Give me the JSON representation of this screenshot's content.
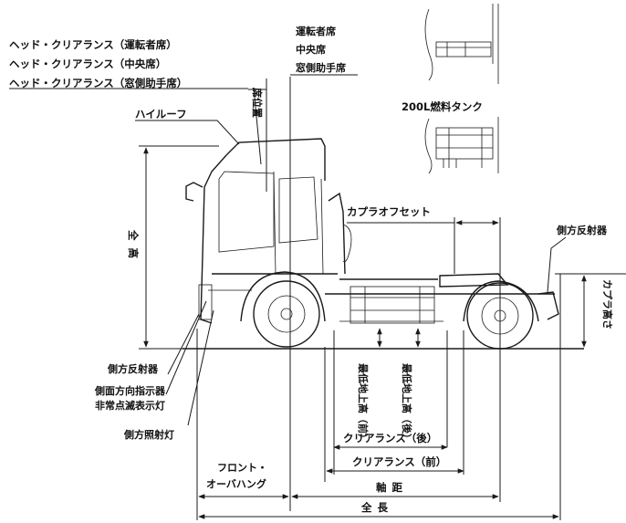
{
  "labels": {
    "head_clearance_driver": "ヘッド・クリアランス（運転者席）",
    "head_clearance_center": "ヘッド・クリアランス（中央席）",
    "head_clearance_window": "ヘッド・クリアランス（窓側助手席）",
    "seat_driver": "運転者席",
    "seat_center": "中央席",
    "seat_window": "窓側助手席",
    "seat_position": "席位置",
    "high_roof": "ハイルーフ",
    "fuel_tank": "200L燃料タンク",
    "coupler_offset": "カプラオフセット",
    "total_height": "全高",
    "side_reflector_rear": "側方反射器",
    "side_reflector_front": "側方反射器",
    "side_turn_indicator": "側面方向指示器",
    "emergency_flasher": "非常点滅表示灯",
    "side_marker_lamp": "側方照射灯",
    "coupler_height": "カプラ高さ",
    "min_ground_clearance_front": "最低地上高（前）",
    "min_ground_clearance_rear": "最低地上高（後）",
    "clearance_rear": "クリアランス（後）",
    "clearance_front": "クリアランス（前）",
    "front_overhang_1": "フロント・",
    "front_overhang_2": "オーバハング",
    "wheelbase": "軸距",
    "overall_length": "全長"
  }
}
